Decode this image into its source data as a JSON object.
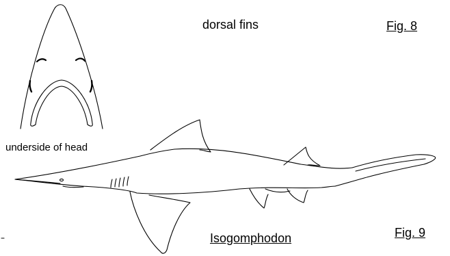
{
  "labels": {
    "dorsal_fins": "dorsal fins",
    "fig8": "Fig. 8",
    "underside": "underside of head",
    "genus": "Isogomphodon",
    "fig9": "Fig. 9"
  }
}
